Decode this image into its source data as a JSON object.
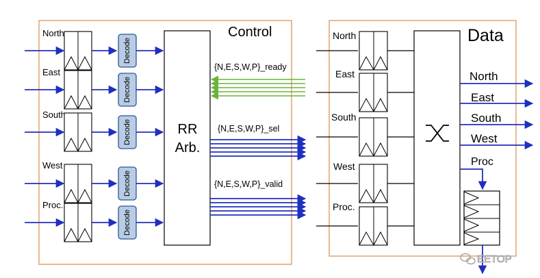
{
  "control": {
    "title": "Control",
    "inputs": [
      "North",
      "East",
      "South",
      "West",
      "Proc."
    ],
    "decode_label": "Decode",
    "arbiter_line1": "RR",
    "arbiter_line2": "Arb.",
    "ready_label": "{N,E,S,W,P}_ready",
    "sel_label": "{N,E,S,W,P}_sel",
    "valid_label": "{N,E,S,W,P}_valid"
  },
  "data": {
    "title": "Data",
    "inputs": [
      "North",
      "East",
      "South",
      "West",
      "Proc."
    ],
    "outputs": [
      "North",
      "East",
      "South",
      "West",
      "Proc"
    ]
  },
  "watermark": "EETOP",
  "colors": {
    "border": "#e3a46b",
    "arrow": "#1f2fbf",
    "ready": "#6bb33c",
    "decode_fill": "#b8cce4",
    "decode_stroke": "#2f5597"
  }
}
